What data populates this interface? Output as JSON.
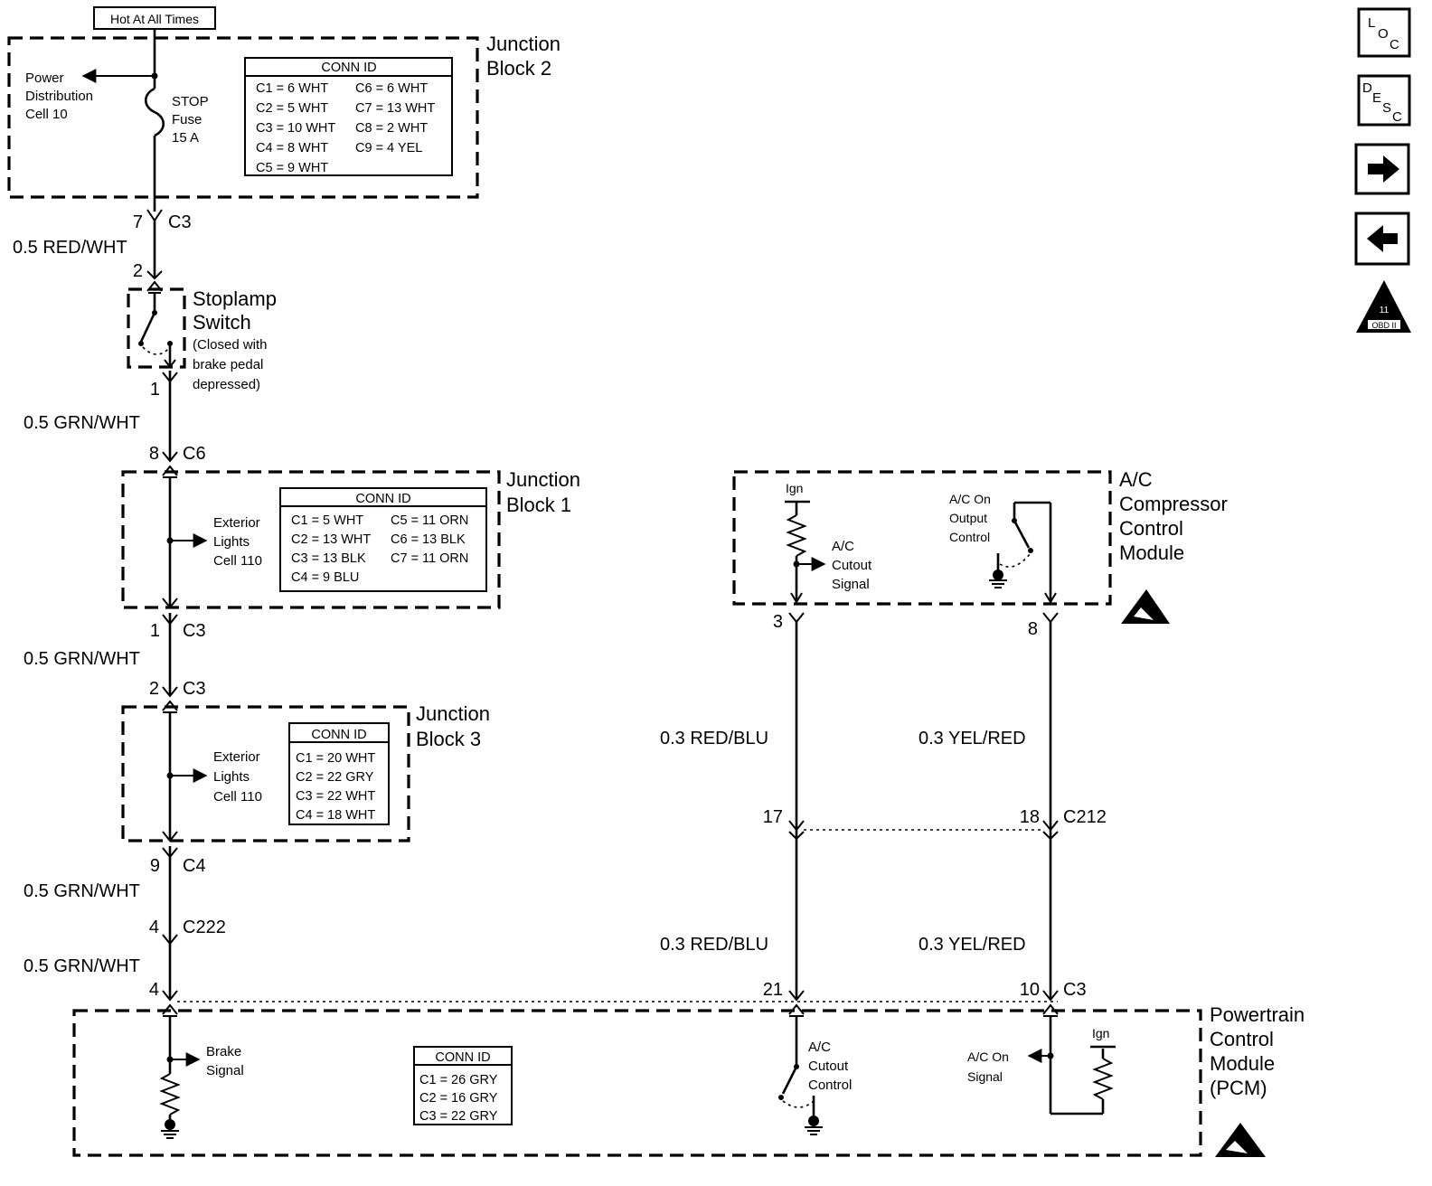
{
  "hot_label": "Hot At All Times",
  "jb2": {
    "title_1": "Junction",
    "title_2": "Block 2",
    "power_1": "Power",
    "power_2": "Distribution",
    "power_3": "Cell 10",
    "fuse_1": "STOP",
    "fuse_2": "Fuse",
    "fuse_3": "15 A",
    "conn_title": "CONN ID",
    "conn_rows": [
      "C1 = 6 WHT",
      "C2 = 5 WHT",
      "C3 = 10 WHT",
      "C4 = 8 WHT",
      "C5 = 9 WHT",
      "C6 = 6 WHT",
      "C7 = 13 WHT",
      "C8 = 2 WHT",
      "C9 = 4 YEL"
    ]
  },
  "wires": {
    "w1_pin_top": "7",
    "w1_conn": "C3",
    "w1_label": "0.5 RED/WHT",
    "w1_pin_bottom": "2",
    "w2_pin_top": "1",
    "w2_label": "0.5 GRN/WHT",
    "w2_pin_bottom": "8",
    "w2_conn": "C6",
    "w3_pin_top": "1",
    "w3_conn_top": "C3",
    "w3_label": "0.5 GRN/WHT",
    "w3_pin_bottom": "2",
    "w3_conn_bottom": "C3",
    "w4_pin_top": "9",
    "w4_conn_top": "C4",
    "w4_label": "0.5 GRN/WHT",
    "w4_pin_mid": "4",
    "w4_conn_mid": "C222",
    "w5_label": "0.5 GRN/WHT",
    "w5_pin_bottom": "4"
  },
  "stoplamp": {
    "title_1": "Stoplamp",
    "title_2": "Switch",
    "note_1": "(Closed with",
    "note_2": "brake pedal",
    "note_3": "depressed)"
  },
  "jb1": {
    "title_1": "Junction",
    "title_2": "Block 1",
    "ext_1": "Exterior",
    "ext_2": "Lights",
    "ext_3": "Cell 110",
    "conn_title": "CONN ID",
    "conn_rows": [
      "C1 = 5 WHT",
      "C2 = 13 WHT",
      "C3 = 13 BLK",
      "C4 = 9 BLU",
      "C5 = 11 ORN",
      "C6 = 13 BLK",
      "C7 = 11 ORN"
    ]
  },
  "jb3": {
    "title_1": "Junction",
    "title_2": "Block 3",
    "ext_1": "Exterior",
    "ext_2": "Lights",
    "ext_3": "Cell 110",
    "conn_title": "CONN ID",
    "conn_rows": [
      "C1 = 20 WHT",
      "C2 = 22 GRY",
      "C3 = 22 WHT",
      "C4 = 18 WHT"
    ]
  },
  "accm": {
    "title_1": "A/C",
    "title_2": "Compressor",
    "title_3": "Control",
    "title_4": "Module",
    "ign": "Ign",
    "cutout_1": "A/C",
    "cutout_2": "Cutout",
    "cutout_3": "Signal",
    "out_1": "A/C On",
    "out_2": "Output",
    "out_3": "Control",
    "pin_left": "3",
    "pin_right": "8"
  },
  "ac_wires": {
    "red_label_top": "0.3 RED/BLU",
    "yel_label_top": "0.3 YEL/RED",
    "pin_17": "17",
    "pin_18": "18",
    "conn_c212": "C212",
    "red_label_bottom": "0.3 RED/BLU",
    "yel_label_bottom": "0.3 YEL/RED",
    "pin_21": "21",
    "pin_10": "10",
    "conn_c3": "C3"
  },
  "pcm": {
    "title_1": "Powertrain",
    "title_2": "Control",
    "title_3": "Module",
    "title_4": "(PCM)",
    "brake_1": "Brake",
    "brake_2": "Signal",
    "conn_title": "CONN ID",
    "conn_rows": [
      "C1 = 26 GRY",
      "C2 = 16 GRY",
      "C3 = 22 GRY"
    ],
    "cutout_1": "A/C",
    "cutout_2": "Cutout",
    "cutout_3": "Control",
    "on_1": "A/C On",
    "on_2": "Signal",
    "ign": "Ign"
  },
  "nav": {
    "loc_l": "L",
    "loc_o": "O",
    "loc_c": "C",
    "desc_d": "D",
    "desc_e": "E",
    "desc_s": "S",
    "desc_c": "C",
    "obd_text": "OBD II",
    "obd_num": "11"
  }
}
